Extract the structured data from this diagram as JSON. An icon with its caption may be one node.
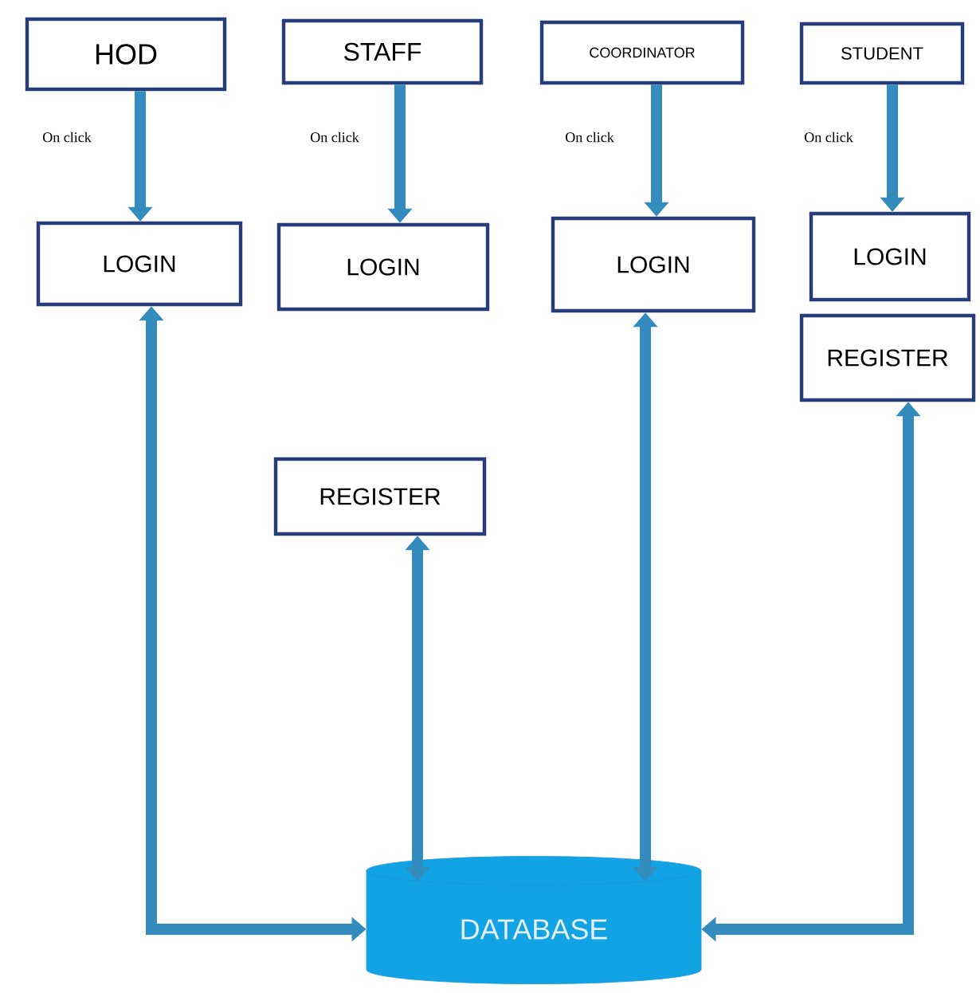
{
  "diagram": {
    "nodes": [
      {
        "text": [
          "HOD"
        ]
      },
      {
        "text": [
          "STAFF"
        ]
      },
      {
        "text": [
          "COORDINATOR"
        ]
      },
      {
        "text": [
          "STUDENT"
        ]
      },
      {
        "text": [
          "LOGIN"
        ]
      },
      {
        "text": [
          "LOGIN"
        ]
      },
      {
        "text": [
          "LOGIN"
        ]
      },
      {
        "text": [
          "LOGIN"
        ]
      },
      {
        "text": [
          "REGISTER"
        ]
      },
      {
        "text": [
          "REGISTER"
        ]
      },
      {
        "text": [
          "DATABASE"
        ]
      }
    ],
    "edges": [
      {
        "from": 0,
        "to": 4,
        "arrow": "to",
        "label": "On click"
      },
      {
        "from": 1,
        "to": 5,
        "arrow": "to",
        "label": "On click"
      },
      {
        "from": 2,
        "to": 6,
        "arrow": "to",
        "label": "On click"
      },
      {
        "from": 3,
        "to": 7,
        "arrow": "to",
        "label": "On click"
      },
      {
        "from": 4,
        "to": 10,
        "arrow": "both"
      },
      {
        "from": 9,
        "to": 10,
        "arrow": "both"
      },
      {
        "from": 6,
        "to": 10,
        "arrow": "both"
      },
      {
        "from": 8,
        "to": 10,
        "arrow": "both"
      }
    ]
  }
}
